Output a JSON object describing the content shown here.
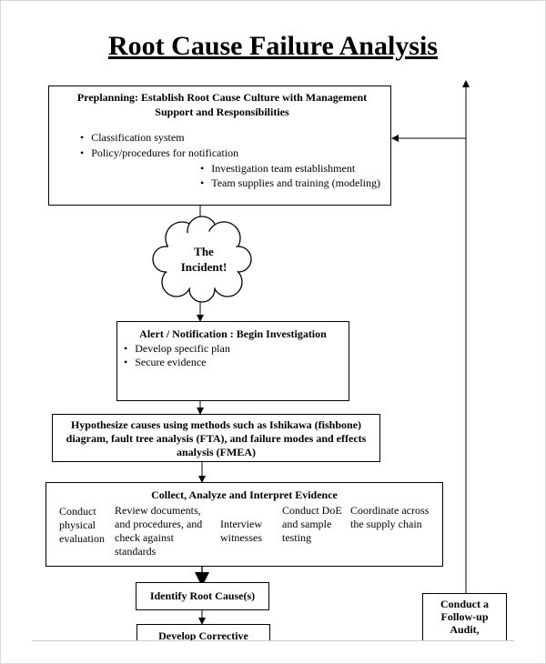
{
  "title": "Root Cause Failure Analysis",
  "preplanning": {
    "heading": "Preplanning: Establish Root Cause Culture with Management Support and Responsibilities",
    "items_left": [
      "Classification system",
      "Policy/procedures for notification"
    ],
    "items_right": [
      "Investigation team establishment",
      "Team supplies and training (modeling)"
    ]
  },
  "incident": {
    "line1": "The",
    "line2": "Incident!"
  },
  "alert": {
    "heading": "Alert / Notification : Begin Investigation",
    "items": [
      "Develop specific plan",
      "Secure evidence"
    ]
  },
  "hypothesize": {
    "text": "Hypothesize causes using methods such as Ishikawa (fishbone) diagram, fault tree analysis (FTA), and failure modes and effects analysis (FMEA)"
  },
  "collect": {
    "heading": "Collect, Analyze and Interpret Evidence",
    "columns": [
      "Conduct physical evaluation",
      "Review documents, and procedures, and check against standards",
      "Interview witnesses",
      "Conduct DoE and sample testing",
      "Coordinate across the supply chain"
    ]
  },
  "identify": {
    "text": "Identify Root Cause(s)"
  },
  "develop": {
    "text": "Develop Corrective"
  },
  "followup": {
    "text": "Conduct a Follow-up Audit,"
  }
}
